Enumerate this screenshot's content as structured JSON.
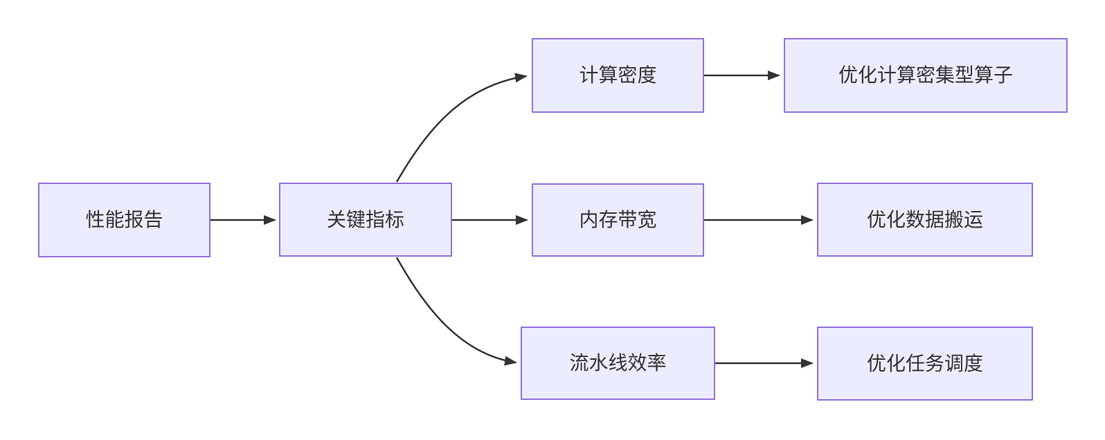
{
  "diagram": {
    "type": "flowchart",
    "direction": "left-to-right",
    "colors": {
      "node_fill": "#ECECFF",
      "node_border": "#9370DB",
      "edge_stroke": "#333333",
      "label_text": "#333333",
      "background": "#FFFFFF"
    },
    "nodes": [
      {
        "id": "A",
        "label": "性能报告"
      },
      {
        "id": "B",
        "label": "关键指标"
      },
      {
        "id": "C",
        "label": "计算密度"
      },
      {
        "id": "D",
        "label": "优化计算密集型算子"
      },
      {
        "id": "E",
        "label": "内存带宽"
      },
      {
        "id": "F",
        "label": "优化数据搬运"
      },
      {
        "id": "G",
        "label": "流水线效率"
      },
      {
        "id": "H",
        "label": "优化任务调度"
      }
    ],
    "edges": [
      {
        "from": "性能报告",
        "to": "关键指标"
      },
      {
        "from": "关键指标",
        "to": "计算密度"
      },
      {
        "from": "关键指标",
        "to": "内存带宽"
      },
      {
        "from": "关键指标",
        "to": "流水线效率"
      },
      {
        "from": "计算密度",
        "to": "优化计算密集型算子"
      },
      {
        "from": "内存带宽",
        "to": "优化数据搬运"
      },
      {
        "from": "流水线效率",
        "to": "优化任务调度"
      }
    ]
  }
}
